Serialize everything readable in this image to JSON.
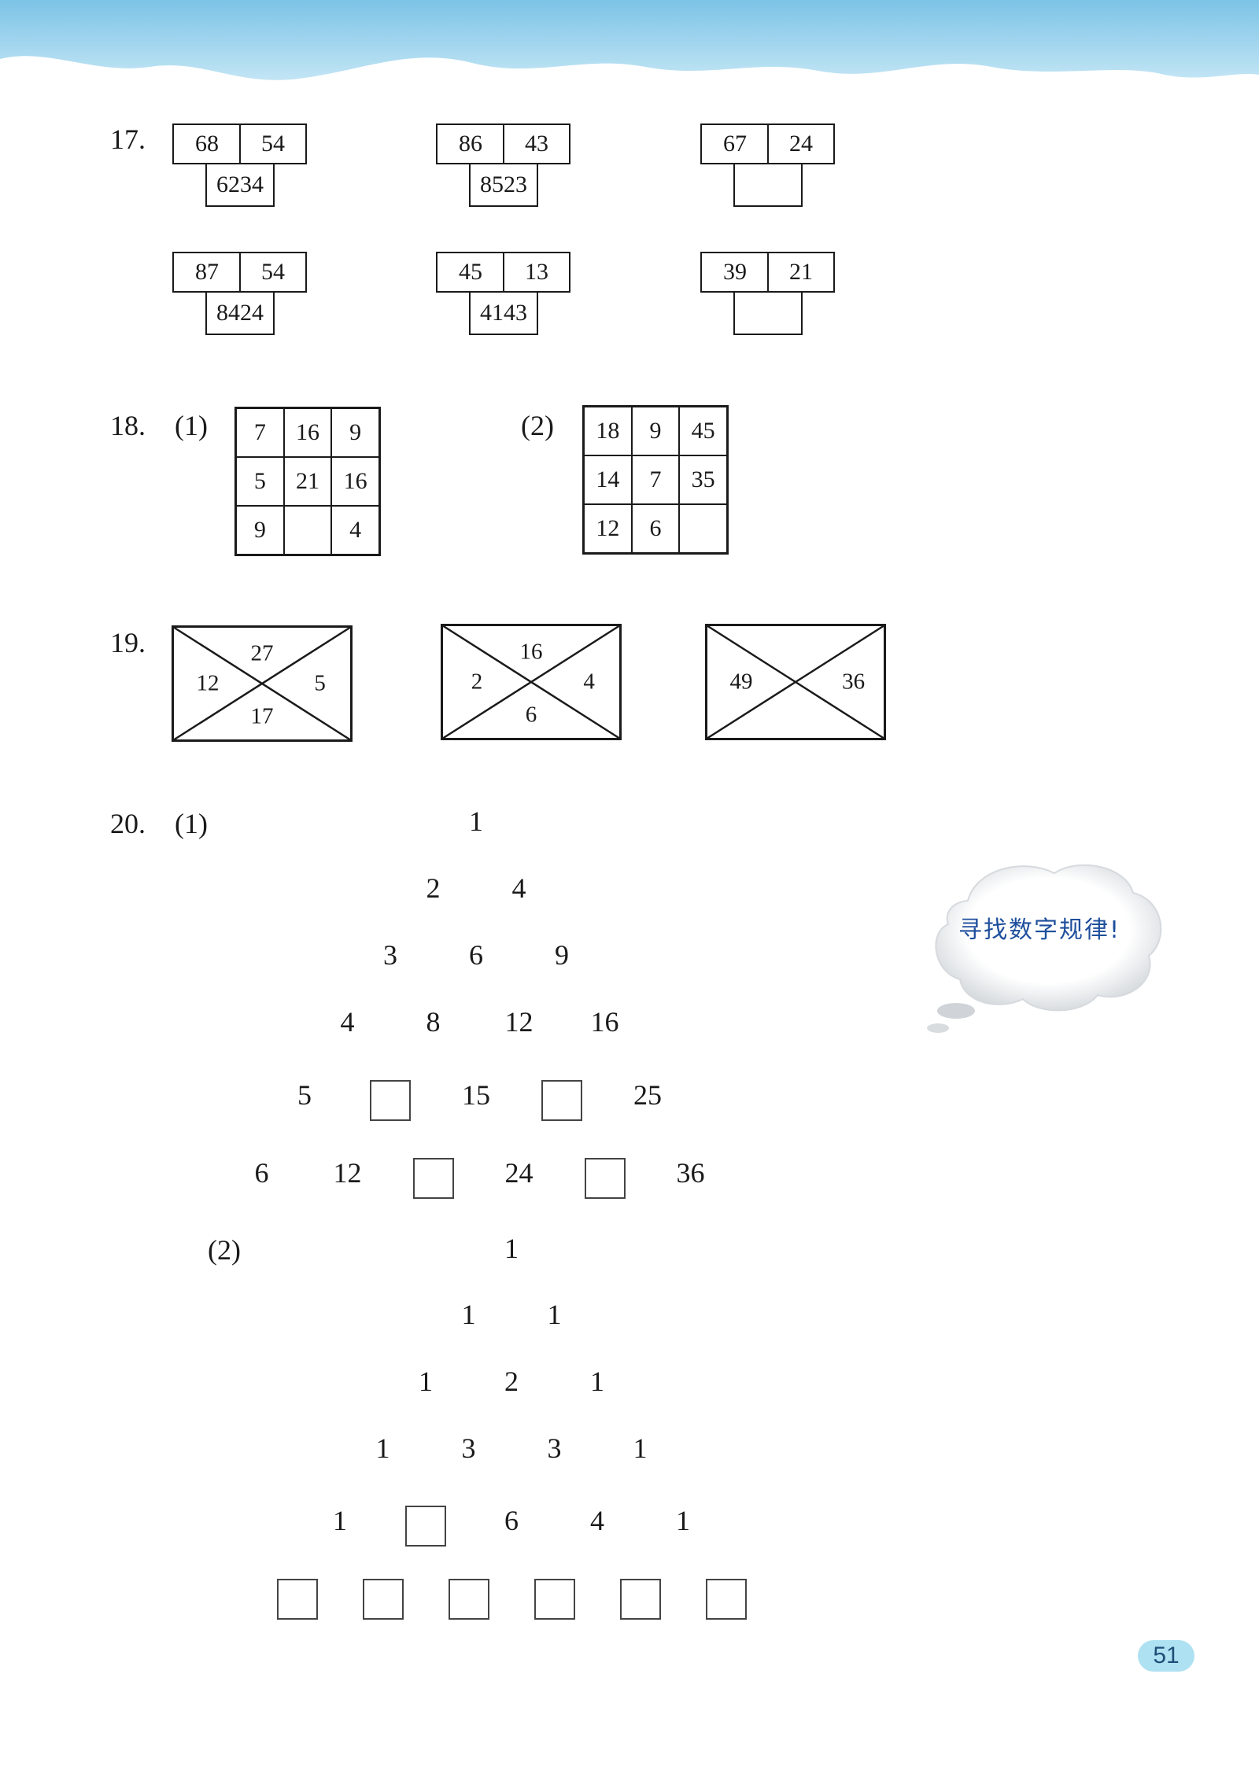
{
  "page_number": "51",
  "hint_bubble": "寻找数字规律!",
  "q17": {
    "label": "17.",
    "puzzles": [
      {
        "a": "68",
        "b": "54",
        "c": "6234"
      },
      {
        "a": "86",
        "b": "43",
        "c": "8523"
      },
      {
        "a": "67",
        "b": "24",
        "c": ""
      },
      {
        "a": "87",
        "b": "54",
        "c": "8424"
      },
      {
        "a": "45",
        "b": "13",
        "c": "4143"
      },
      {
        "a": "39",
        "b": "21",
        "c": ""
      }
    ]
  },
  "q18": {
    "label": "18.",
    "part1": {
      "label": "(1)",
      "cells": [
        "7",
        "16",
        "9",
        "5",
        "21",
        "16",
        "9",
        "",
        "4"
      ]
    },
    "part2": {
      "label": "(2)",
      "cells": [
        "18",
        "9",
        "45",
        "14",
        "7",
        "35",
        "12",
        "6",
        ""
      ]
    }
  },
  "q19": {
    "label": "19.",
    "boxes": [
      {
        "top": "27",
        "left": "12",
        "right": "5",
        "bottom": "17"
      },
      {
        "top": "16",
        "left": "2",
        "right": "4",
        "bottom": "6"
      },
      {
        "top": "",
        "left": "49",
        "right": "36",
        "bottom": ""
      }
    ]
  },
  "q20": {
    "label": "20.",
    "part1": {
      "label": "(1)",
      "rows": [
        [
          "1"
        ],
        [
          "2",
          "4"
        ],
        [
          "3",
          "6",
          "9"
        ],
        [
          "4",
          "8",
          "12",
          "16"
        ],
        [
          "5",
          "",
          "15",
          "",
          "25"
        ],
        [
          "6",
          "12",
          "",
          "24",
          "",
          "36"
        ]
      ]
    },
    "part2": {
      "label": "(2)",
      "rows": [
        [
          "1"
        ],
        [
          "1",
          "1"
        ],
        [
          "1",
          "2",
          "1"
        ],
        [
          "1",
          "3",
          "3",
          "1"
        ],
        [
          "1",
          "",
          "6",
          "4",
          "1"
        ],
        [
          "",
          "",
          "",
          "",
          "",
          ""
        ]
      ]
    }
  }
}
